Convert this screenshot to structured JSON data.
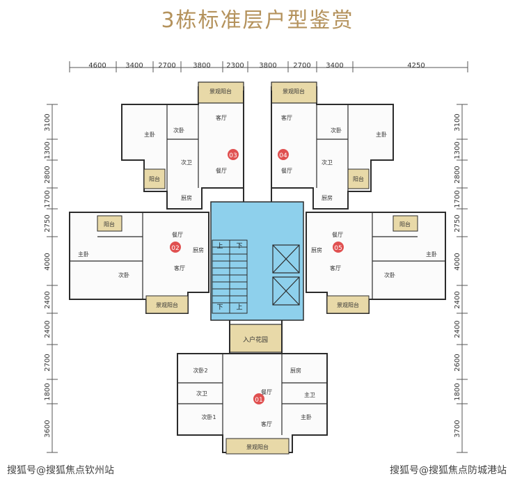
{
  "title": "3栋标准层户型鉴赏",
  "top_dimensions": [
    "4600",
    "3400",
    "2700",
    "3800",
    "2300",
    "3800",
    "2700",
    "3400",
    "4250"
  ],
  "left_dimensions": [
    "3100",
    "1300",
    "2800",
    "1700",
    "2750",
    "4000",
    "2400",
    "2400",
    "2700",
    "1800",
    "3600"
  ],
  "right_dimensions": [
    "3100",
    "1300",
    "2800",
    "1700",
    "2750",
    "4000",
    "2400",
    "2400",
    "2600",
    "1800",
    "3700"
  ],
  "units": [
    "01",
    "02",
    "03",
    "04",
    "05"
  ],
  "rooms": {
    "balcony_view": "景观阳台",
    "balcony": "阳台",
    "master_bedroom": "主卧",
    "bedroom": "次卧",
    "bedroom_1": "次卧1",
    "bedroom_2": "次卧2",
    "living_room": "客厅",
    "dining_room": "餐厅",
    "kitchen": "厨房",
    "bathroom": "主卫",
    "toilet": "次卫",
    "entry_garden": "入户花园"
  },
  "stairs": {
    "up": "上",
    "down": "下"
  },
  "watermarks": {
    "left": "搜狐号@搜狐焦点钦州站",
    "right": "搜狐号@搜狐焦点防城港站"
  },
  "colors": {
    "title": "#b4925c",
    "core": "#8ed0ec",
    "balcony": "#e8d9a8",
    "wall": "#2b2b2b"
  }
}
